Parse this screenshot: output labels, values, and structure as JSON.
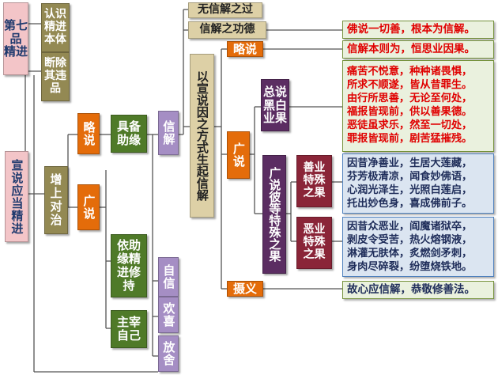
{
  "nodes": {
    "chapter": "第七品\n精进",
    "xuan": "宣说应当精进",
    "renshi": "认识精进本体",
    "duanchu": "断除其违品",
    "zengshang": "增上对治",
    "lueshuo1": "略说",
    "guangshuo1": "广说",
    "jubei": "具备助缘",
    "yizhu": "依助缘精进修持",
    "zhuzai": "主宰自己",
    "xinjie": "信解",
    "zixin": "自信",
    "huanxi": "欢喜",
    "fangshe": "放舍",
    "wuxinjie": "无信解之过",
    "gongde": "信解之功德",
    "yixuan": "以宣说因之方式生起信解",
    "lueshuo2": "略说",
    "guangshuo2": "广说",
    "zongshuo": "总说黑白业果",
    "guangbi": "广说彼等特殊之果",
    "shanye": "善业特殊之果",
    "eye": "恶业特殊之果",
    "sheyi": "摄义"
  },
  "texts": {
    "t1": "佛说一切善，根本为信解。",
    "t2": "信解本则为，恒思业因果。",
    "t3": "痛苦不悦意，种种诸畏惧，\n所求不顺遂，皆从昔罪生。\n由行所思善，无论至何处，\n福报皆现前，供以善果德。\n恶徒虽求乐，然至一切处，\n罪报皆现前，剧苦猛摧残。",
    "t4": "因昔净善业，生居大莲藏，\n芬芳极清凉，闻食妙佛语，\n心润光泽生，光照白莲启，\n托出妙色身，喜成佛前子。",
    "t5": "因昔众恶业，阎魔诸狱卒，\n剥皮令受苦，热火熔钢液，\n淋灌无肤体，炙燃剑矛刺，\n身肉尽碎裂，纷堕烧铁地。",
    "t6": "故心应信解，恭敬修善法。"
  }
}
